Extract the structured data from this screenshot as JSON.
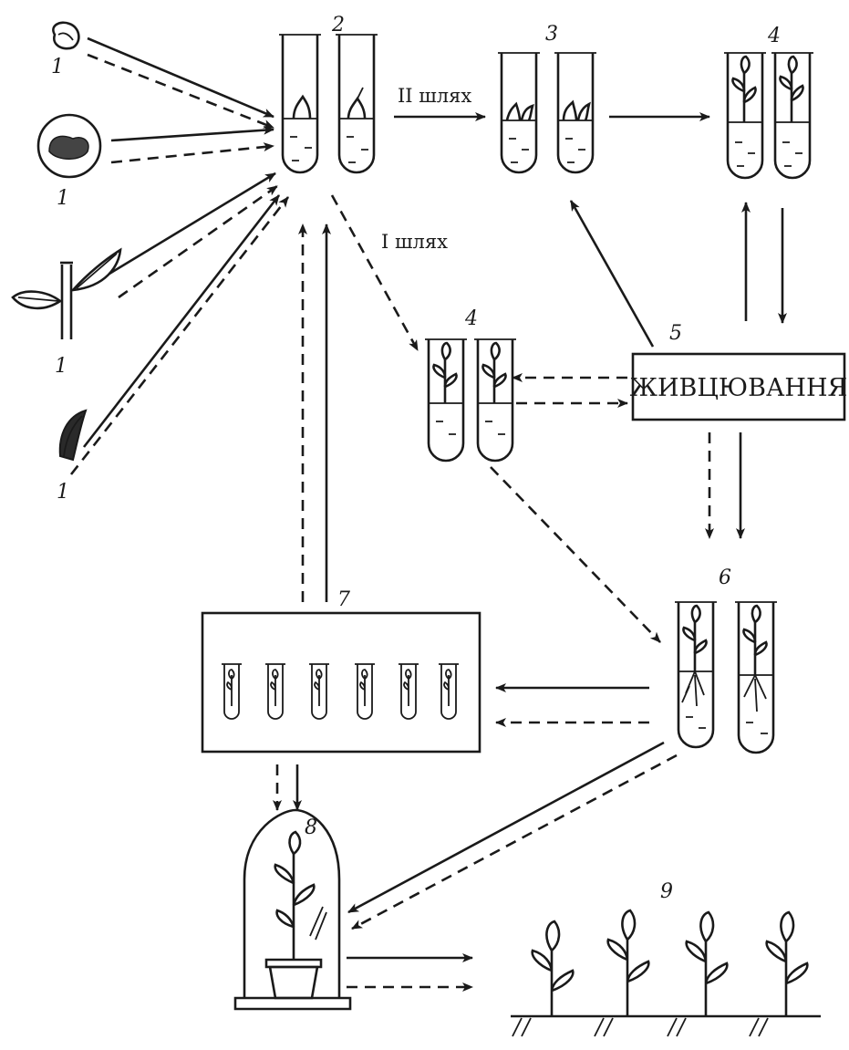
{
  "numbers": {
    "explant_seed": "1",
    "explant_embryo": "1",
    "explant_shoot": "1",
    "explant_leaf": "1",
    "initial_culture": "2",
    "shoot_multiplication": "3",
    "shoots_path2": "4",
    "shoots_path1": "4",
    "subculture": "5",
    "rooting": "6",
    "storage": "7",
    "adaptation": "8",
    "field_planting": "9"
  },
  "path_labels": {
    "path_two": "II шлях",
    "path_one": "I шлях"
  },
  "subculture_box": {
    "label": "ЖИВЦЮВАННЯ"
  },
  "line_color": "#1a1a1a"
}
